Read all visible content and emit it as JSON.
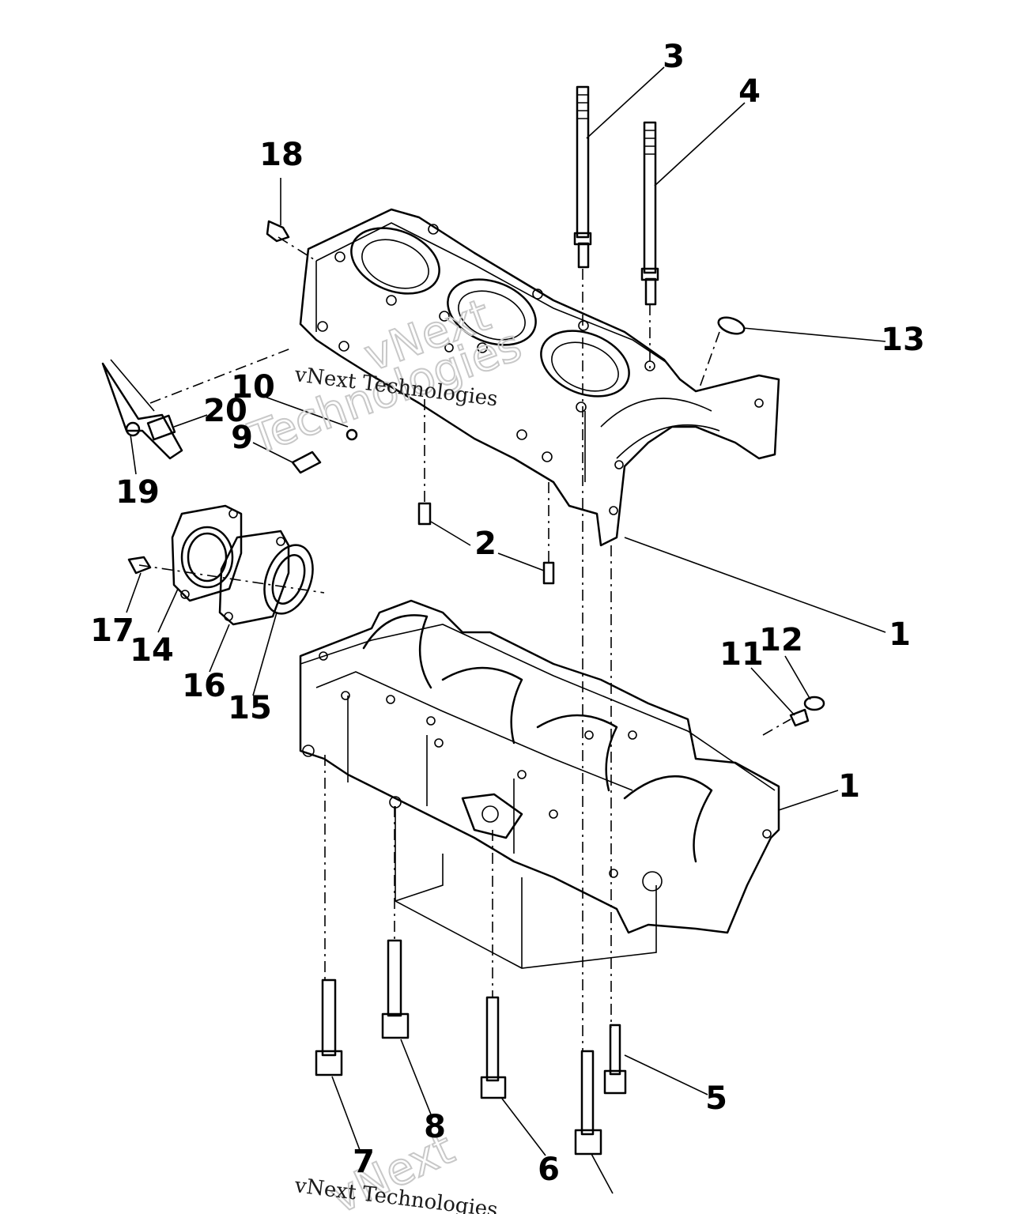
{
  "callouts": [
    {
      "id": "c3",
      "label": "3"
    },
    {
      "id": "c4",
      "label": "4"
    },
    {
      "id": "c18",
      "label": "18"
    },
    {
      "id": "c13",
      "label": "13"
    },
    {
      "id": "c10",
      "label": "10"
    },
    {
      "id": "c20",
      "label": "20"
    },
    {
      "id": "c9",
      "label": "9"
    },
    {
      "id": "c19",
      "label": "19"
    },
    {
      "id": "c2",
      "label": "2"
    },
    {
      "id": "c1a",
      "label": "1"
    },
    {
      "id": "c1b",
      "label": "1"
    },
    {
      "id": "c11",
      "label": "11"
    },
    {
      "id": "c12",
      "label": "12"
    },
    {
      "id": "c17",
      "label": "17"
    },
    {
      "id": "c14",
      "label": "14"
    },
    {
      "id": "c16",
      "label": "16"
    },
    {
      "id": "c15",
      "label": "15"
    },
    {
      "id": "c5",
      "label": "5"
    },
    {
      "id": "c8",
      "label": "8"
    },
    {
      "id": "c7",
      "label": "7"
    },
    {
      "id": "c6",
      "label": "6"
    }
  ],
  "watermarks": {
    "top_small": "vNext Technologies",
    "top_big": "Technologies",
    "top_next": "vNext",
    "bottom_small": "vNext Technologies",
    "bottom_big": "vNext"
  },
  "colors": {
    "ink": "#000000",
    "background": "#ffffff",
    "watermark": "#c8c8c8"
  }
}
